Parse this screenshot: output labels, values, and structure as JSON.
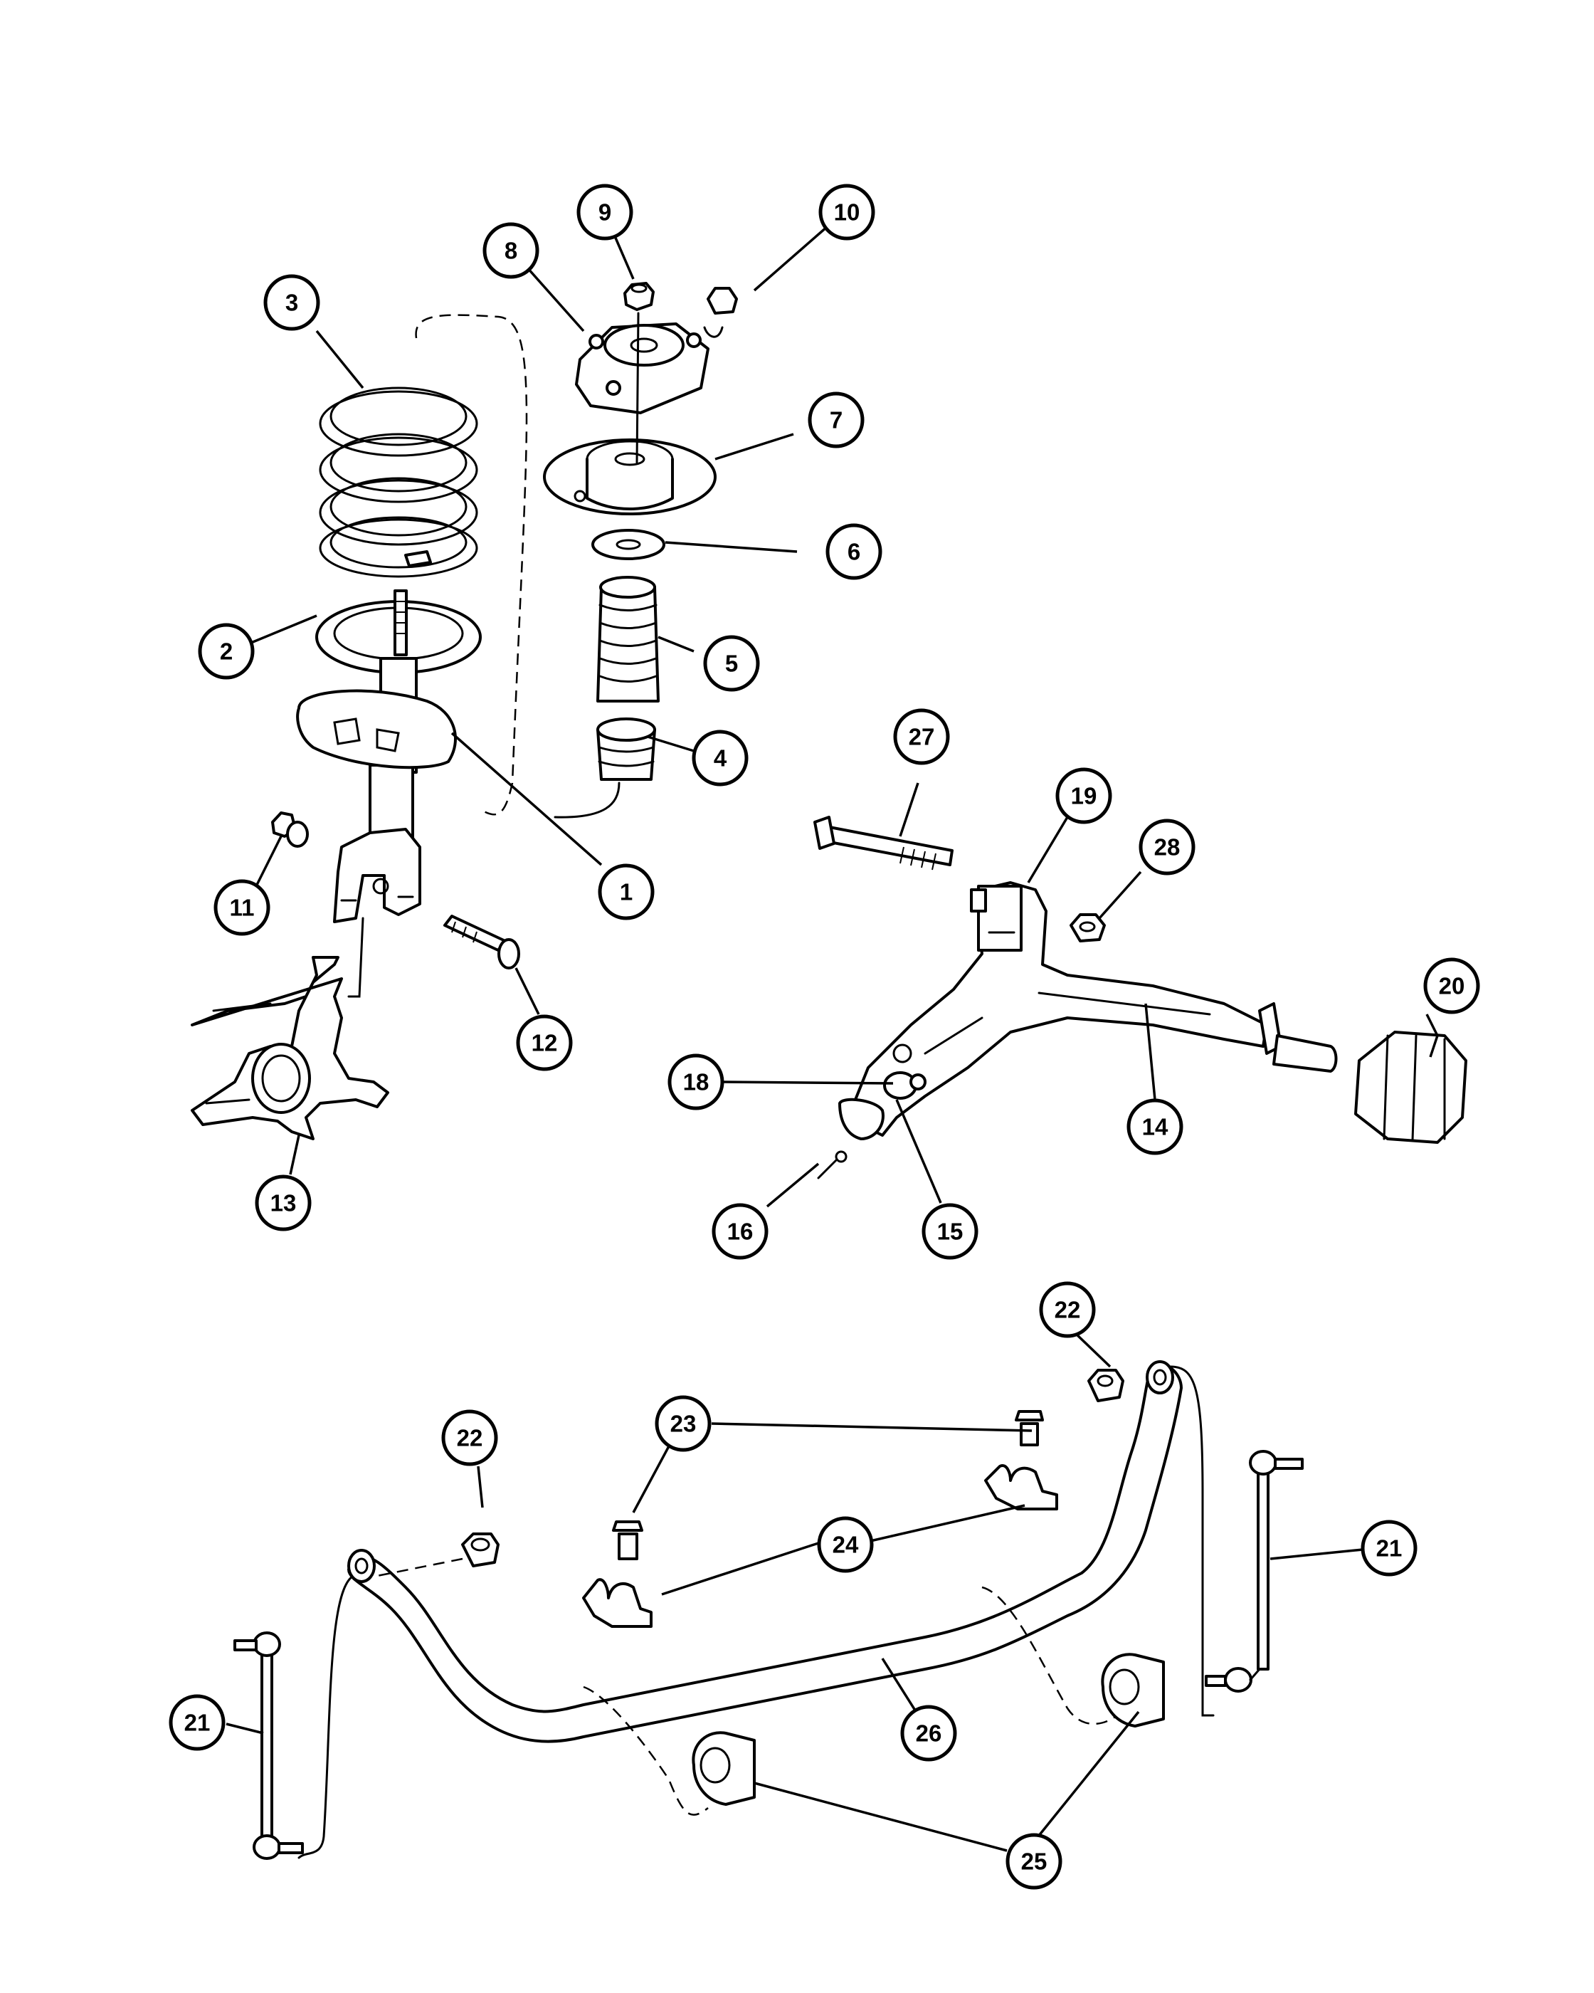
{
  "callouts": [
    {
      "label": "1"
    },
    {
      "label": "2"
    },
    {
      "label": "3"
    },
    {
      "label": "4"
    },
    {
      "label": "5"
    },
    {
      "label": "6"
    },
    {
      "label": "7"
    },
    {
      "label": "8"
    },
    {
      "label": "9"
    },
    {
      "label": "10"
    },
    {
      "label": "11"
    },
    {
      "label": "12"
    },
    {
      "label": "13"
    },
    {
      "label": "14"
    },
    {
      "label": "15"
    },
    {
      "label": "16"
    },
    {
      "label": "18"
    },
    {
      "label": "19"
    },
    {
      "label": "20"
    },
    {
      "label": "21"
    },
    {
      "label": "21"
    },
    {
      "label": "22"
    },
    {
      "label": "22"
    },
    {
      "label": "23"
    },
    {
      "label": "24"
    },
    {
      "label": "25"
    },
    {
      "label": "26"
    },
    {
      "label": "27"
    },
    {
      "label": "28"
    }
  ]
}
